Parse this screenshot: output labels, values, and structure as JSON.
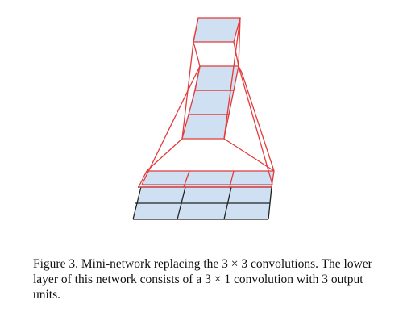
{
  "figure": {
    "colors": {
      "cell_fill": "#cfe0f2",
      "red_stroke": "#e23b3b",
      "black_stroke": "#222222"
    },
    "icons": {
      "top_layer": "single-output-cell",
      "middle_layer": "3x1-convolution-column",
      "bottom_layer": "3x3-input-grid"
    }
  },
  "caption": {
    "text": "Figure 3. Mini-network replacing the 3 × 3 convolutions.  The lower layer of this network consists of a 3 × 1 convolution with 3 output units."
  }
}
